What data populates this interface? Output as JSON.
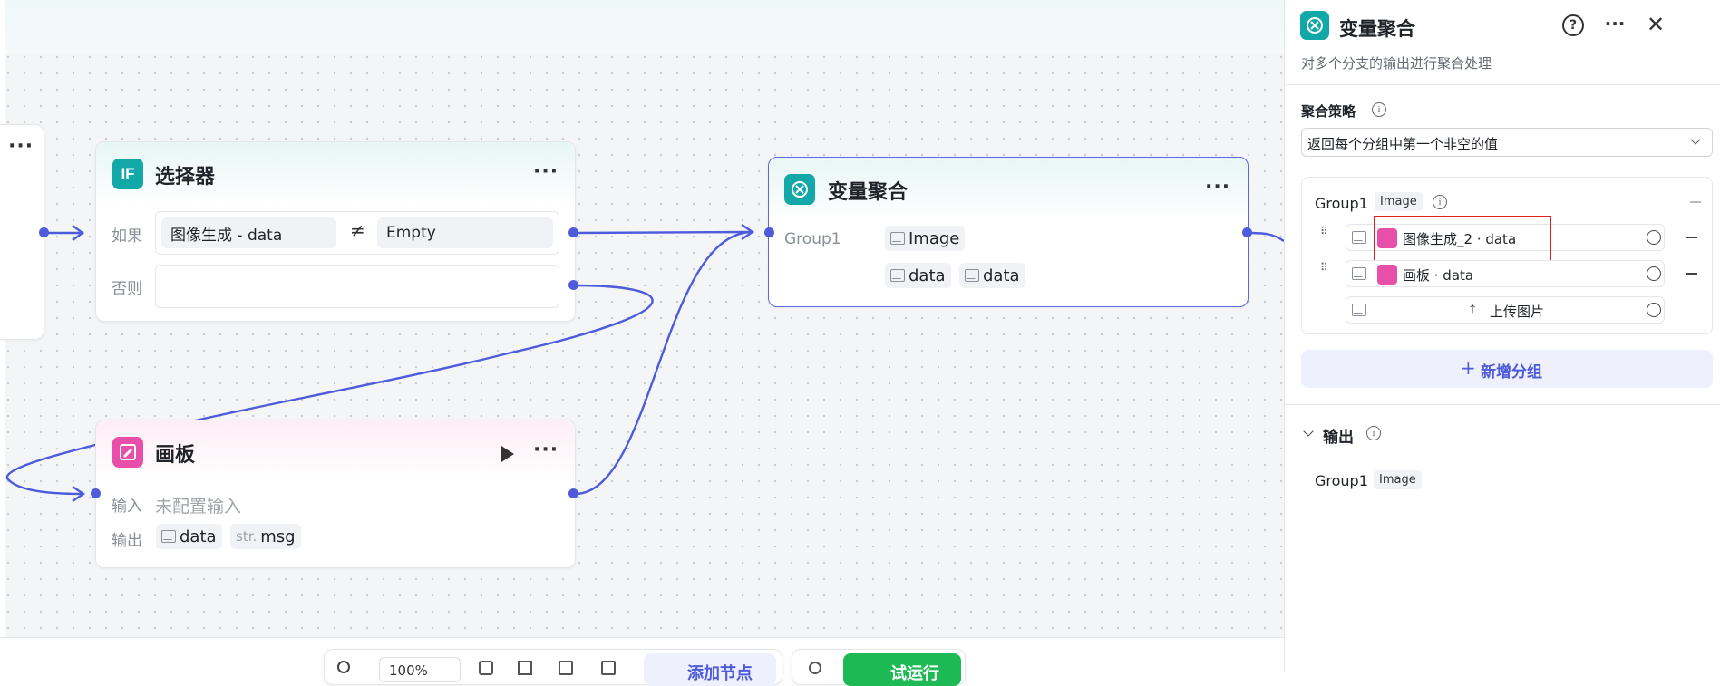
{
  "canvas": {
    "selector_node": {
      "title": "选择器",
      "icon_text": "IF",
      "if_label": "如果",
      "else_label": "否则",
      "condition_left": "图像生成  -  data",
      "condition_op": "≠",
      "condition_right": "Empty"
    },
    "aggregate_node": {
      "title": "变量聚合",
      "group_label": "Group1",
      "tags": [
        "Image",
        "data",
        "data"
      ]
    },
    "board_node": {
      "title": "画板",
      "input_label": "输入",
      "input_value": "未配置输入",
      "output_label": "输出",
      "output_data": "data",
      "output_msg_type": "str.",
      "output_msg": "msg"
    },
    "toolbar": {
      "zoom": "100%",
      "add_node": "添加节点",
      "run": "试运行"
    }
  },
  "panel": {
    "title": "变量聚合",
    "subtitle": "对多个分支的输出进行聚合处理",
    "strategy_label": "聚合策略",
    "strategy_value": "返回每个分组中第一个非空的值",
    "group": {
      "name": "Group1",
      "type": "Image",
      "rows": [
        {
          "value": "图像生成_2 · data"
        },
        {
          "value": "画板 · data"
        }
      ],
      "upload_label": "上传图片"
    },
    "add_group": "新增分组",
    "output_label": "输出",
    "output_group_name": "Group1",
    "output_group_type": "Image"
  },
  "colors": {
    "accent": "#4e5bdb",
    "teal": "#13a8a8",
    "pink": "#e84fa8",
    "highlight": "#e02020",
    "run_green": "#1db954"
  }
}
